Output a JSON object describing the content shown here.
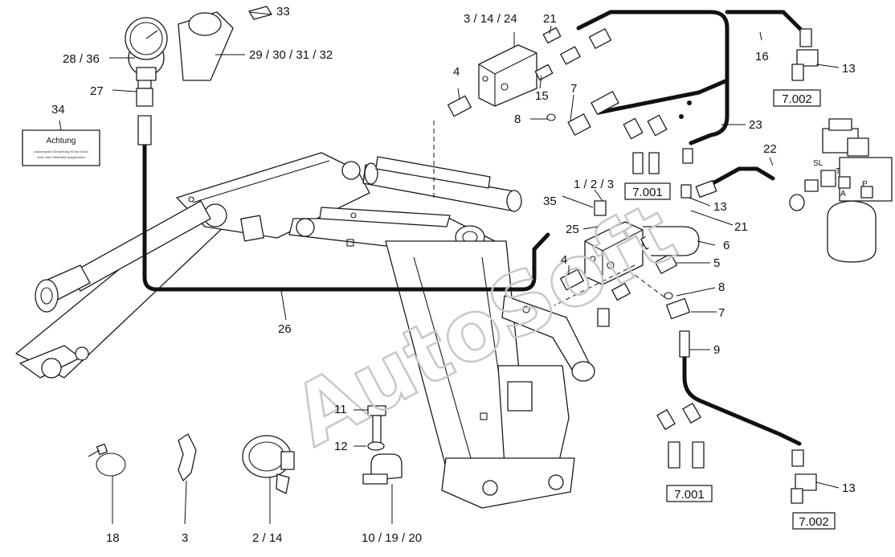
{
  "watermark": "AutoSoft",
  "warning_label": {
    "title": "Achtung",
    "line1": "Gasvorspann-Einstellung 90 bar Druck",
    "line2": "nicht ohne Hilfsmittel ausgehoben"
  },
  "valve_ports": {
    "sl": "SL",
    "t": "T",
    "a": "A",
    "p": "P"
  },
  "callouts": {
    "c1": "33",
    "c2": "3 / 14 / 24",
    "c3": "21",
    "c4": "28 / 36",
    "c5": "29 / 30 / 31 / 32",
    "c6": "16",
    "c7": "13",
    "c8": "27",
    "c9": "4",
    "c10": "15",
    "c11": "7",
    "c12": "34",
    "c13": "8",
    "c14": "23",
    "c15": "22",
    "c16": "1 / 2 / 3",
    "c17": "35",
    "c18": "13",
    "c19": "25",
    "c20": "21",
    "c21": "6",
    "c22": "4",
    "c23": "5",
    "c24": "8",
    "c25": "7",
    "c26": "9",
    "c27": "26",
    "c28": "11",
    "c29": "12",
    "c30": "13",
    "c31": "18",
    "c32": "3",
    "c33": "2 / 14",
    "c34": "10 / 19 / 20"
  },
  "ref_boxes": {
    "r1": "7.002",
    "r2": "7.001",
    "r3": "7.001",
    "r4": "7.002"
  }
}
